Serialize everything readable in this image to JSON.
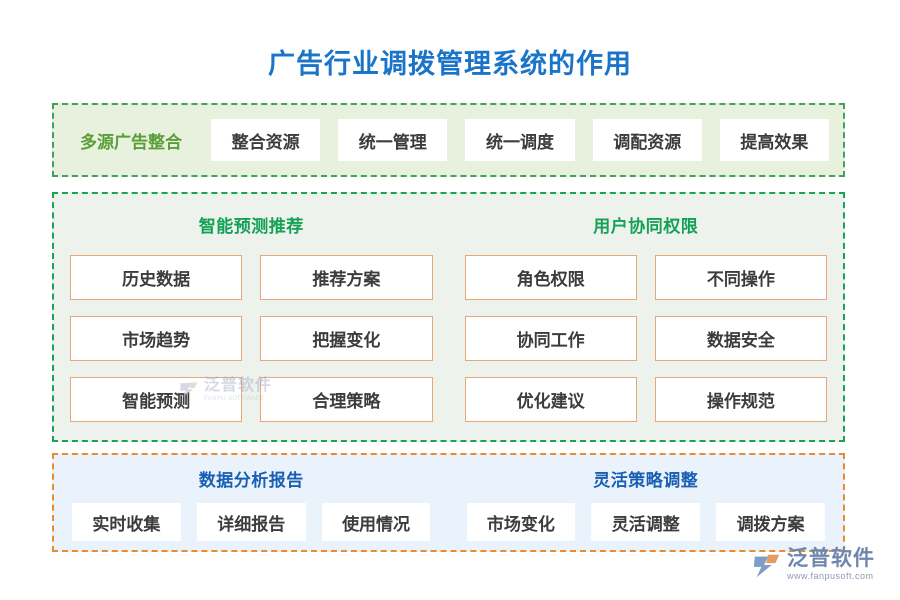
{
  "title": "广告行业调拨管理系统的作用",
  "colors": {
    "title_blue": "#1a75c8",
    "green_header": "#13a155",
    "blue_header": "#1a5fb4",
    "top_label_green": "#5a9e3a",
    "box_border_orange": "#e7a878",
    "panel_top_bg": "#e8f1de",
    "panel_top_border": "#3ea35e",
    "panel_mid_bg": "#edf2ed",
    "panel_mid_border": "#19a355",
    "panel_bot_bg": "#eaf3fb",
    "panel_bot_border": "#e98c30",
    "box_text": "#3c3c3c"
  },
  "top_panel": {
    "label": "多源广告整合",
    "chips": [
      "整合资源",
      "统一管理",
      "统一调度",
      "调配资源",
      "提高效果"
    ]
  },
  "mid_panel": {
    "columns": [
      {
        "header": "智能预测推荐",
        "boxes": [
          "历史数据",
          "推荐方案",
          "市场趋势",
          "把握变化",
          "智能预测",
          "合理策略"
        ]
      },
      {
        "header": "用户协同权限",
        "boxes": [
          "角色权限",
          "不同操作",
          "协同工作",
          "数据安全",
          "优化建议",
          "操作规范"
        ]
      }
    ]
  },
  "bot_panel": {
    "columns": [
      {
        "header": "数据分析报告",
        "boxes": [
          "实时收集",
          "详细报告",
          "使用情况"
        ]
      },
      {
        "header": "灵活策略调整",
        "boxes": [
          "市场变化",
          "灵活调整",
          "调拨方案"
        ]
      }
    ]
  },
  "watermark": {
    "cn": "泛普软件",
    "en": "FANPU SOFTWARE"
  },
  "logo": {
    "cn": "泛普软件",
    "en": "www.fanpusoft.com"
  }
}
